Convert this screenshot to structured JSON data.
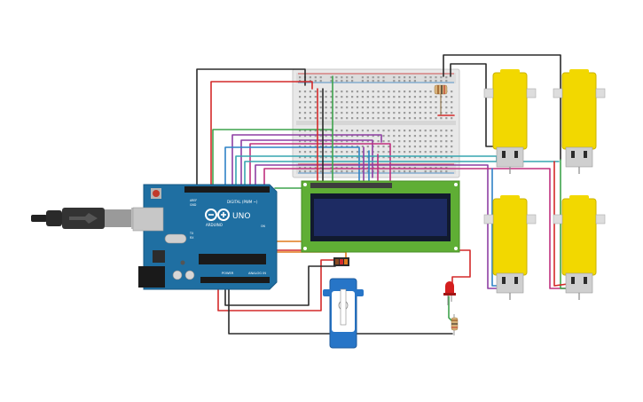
{
  "board": {
    "brand": "ARDUINO",
    "model": "UNO",
    "digital_label": "DIGITAL (PWM ~)",
    "power_label": "POWER",
    "analog_label": "ANALOG IN",
    "aref_label": "AREF",
    "gnd_label": "GND",
    "tx_label": "TX",
    "rx_label": "RX",
    "on_label": "ON"
  },
  "colors": {
    "wire_black": "#2b2b2b",
    "wire_red": "#d42a2a",
    "wire_green": "#3fa34d",
    "wire_purple": "#8e3fa3",
    "wire_magenta": "#c0307e",
    "wire_blue": "#2f82c6",
    "wire_cyan": "#36a5b0",
    "wire_orange": "#e07a1c",
    "motor_yellow": "#f2d800",
    "lcd_green": "#5fae35",
    "lcd_screen": "#1d2b63",
    "arduino_blue": "#1f6fa2",
    "servo_blue": "#2775c7",
    "led_red": "#d41e1e"
  }
}
